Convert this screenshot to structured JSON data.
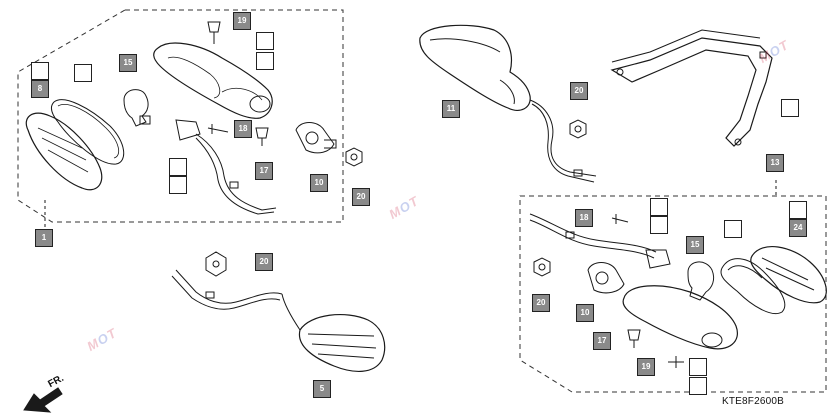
{
  "callouts": [
    {
      "id": "c-19a",
      "text": "19",
      "filled": true
    },
    {
      "id": "c-blank-1",
      "text": "",
      "filled": false
    },
    {
      "id": "c-blank-2",
      "text": "",
      "filled": false
    },
    {
      "id": "c-blank-3",
      "text": "",
      "filled": false
    },
    {
      "id": "c-8",
      "text": "8",
      "filled": true
    },
    {
      "id": "c-blank-4",
      "text": "",
      "filled": false
    },
    {
      "id": "c-15a",
      "text": "15",
      "filled": true
    },
    {
      "id": "c-18a",
      "text": "18",
      "filled": true
    },
    {
      "id": "c-blank-5",
      "text": "",
      "filled": false
    },
    {
      "id": "c-blank-6",
      "text": "",
      "filled": false
    },
    {
      "id": "c-17a",
      "text": "17",
      "filled": true
    },
    {
      "id": "c-10a",
      "text": "10",
      "filled": true
    },
    {
      "id": "c-20a",
      "text": "20",
      "filled": true
    },
    {
      "id": "c-1",
      "text": "1",
      "filled": true
    },
    {
      "id": "c-11",
      "text": "11",
      "filled": true
    },
    {
      "id": "c-20b",
      "text": "20",
      "filled": true
    },
    {
      "id": "c-blank-7",
      "text": "",
      "filled": false
    },
    {
      "id": "c-20c",
      "text": "20",
      "filled": true
    },
    {
      "id": "c-13",
      "text": "13",
      "filled": true
    },
    {
      "id": "c-18b",
      "text": "18",
      "filled": true
    },
    {
      "id": "c-blank-8",
      "text": "",
      "filled": false
    },
    {
      "id": "c-blank-9",
      "text": "",
      "filled": false
    },
    {
      "id": "c-blank-10",
      "text": "",
      "filled": false
    },
    {
      "id": "c-blank-11",
      "text": "",
      "filled": false
    },
    {
      "id": "c-24",
      "text": "24",
      "filled": true
    },
    {
      "id": "c-15b",
      "text": "15",
      "filled": true
    },
    {
      "id": "c-20d",
      "text": "20",
      "filled": true
    },
    {
      "id": "c-10b",
      "text": "10",
      "filled": true
    },
    {
      "id": "c-17b",
      "text": "17",
      "filled": true
    },
    {
      "id": "c-19b",
      "text": "19",
      "filled": true
    },
    {
      "id": "c-blank-12",
      "text": "",
      "filled": false
    },
    {
      "id": "c-blank-13",
      "text": "",
      "filled": false
    },
    {
      "id": "c-5",
      "text": "5",
      "filled": true
    }
  ],
  "direction_label": "FR.",
  "diagram_code": "KTE8F2600B",
  "watermark": {
    "prefix": "M",
    "o_char": "O",
    "suffix": "T"
  },
  "colors": {
    "line": "#1a1a1a",
    "callout_fill": "#8a8a8a",
    "frame": "#333333"
  }
}
